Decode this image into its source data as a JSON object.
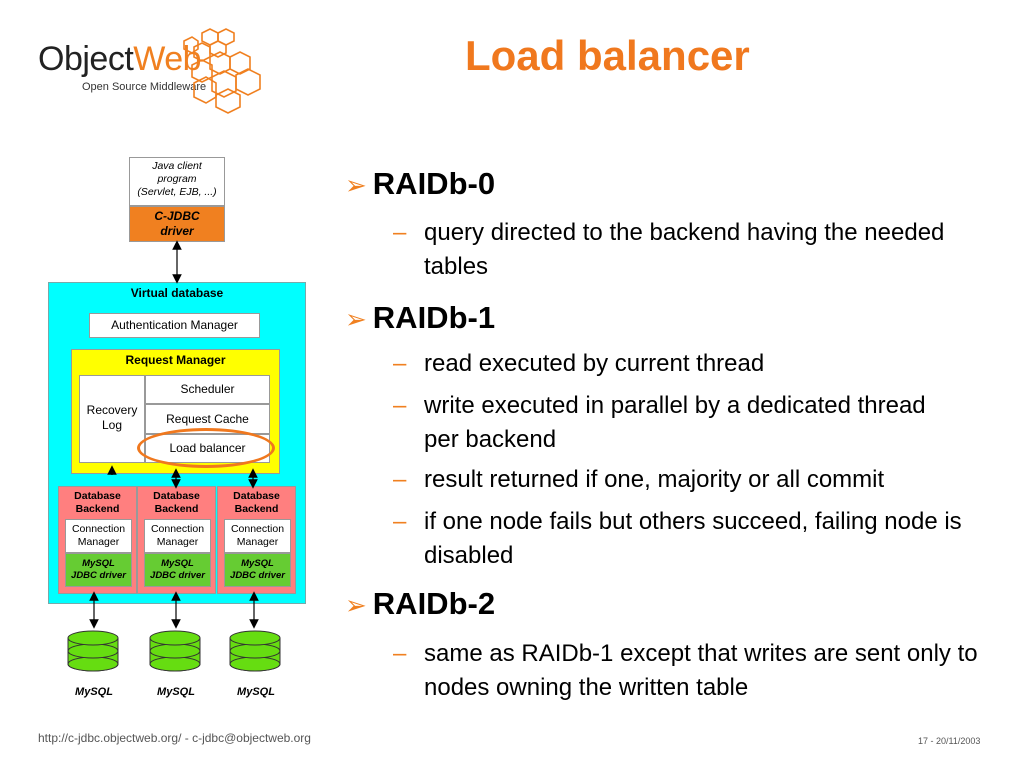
{
  "logo": {
    "object": "Object",
    "web": "Web",
    "subtitle": "Open Source Middleware"
  },
  "title": "Load balancer",
  "diagram": {
    "client": {
      "line1": "Java client",
      "line2": "program",
      "line3": "(Servlet, EJB, ...)"
    },
    "driver": {
      "line1": "C-JDBC",
      "line2": "driver"
    },
    "virtual_database": "Virtual database",
    "authentication_manager": "Authentication Manager",
    "request_manager": "Request Manager",
    "recovery_log": {
      "line1": "Recovery",
      "line2": "Log"
    },
    "scheduler": "Scheduler",
    "request_cache": "Request Cache",
    "load_balancer": "Load balancer",
    "backends": [
      {
        "line1": "Database",
        "line2": "Backend",
        "cm1": "Connection",
        "cm2": "Manager",
        "drv1": "MySQL",
        "drv2": "JDBC driver",
        "db": "MySQL"
      },
      {
        "line1": "Database",
        "line2": "Backend",
        "cm1": "Connection",
        "cm2": "Manager",
        "drv1": "MySQL",
        "drv2": "JDBC driver",
        "db": "MySQL"
      },
      {
        "line1": "Database",
        "line2": "Backend",
        "cm1": "Connection",
        "cm2": "Manager",
        "drv1": "MySQL",
        "drv2": "JDBC driver",
        "db": "MySQL"
      }
    ]
  },
  "bullets": [
    {
      "title": "RAIDb-0",
      "items": [
        "query directed to the backend having the needed tables"
      ]
    },
    {
      "title": "RAIDb-1",
      "items": [
        "read executed by current thread",
        "write executed in parallel by a dedicated thread per backend",
        "result returned if one, majority or all commit",
        "if one node fails but others succeed, failing node is disabled"
      ]
    },
    {
      "title": "RAIDb-2",
      "items": [
        "same as RAIDb-1 except that writes are sent only to nodes owning the written table"
      ]
    }
  ],
  "footer": {
    "left": "http://c-jdbc.objectweb.org/ - c-jdbc@objectweb.org",
    "right": "17 - 20/11/2003"
  },
  "colors": {
    "accent": "#f08020",
    "title": "#f0781e",
    "virtual_database": "#00ffff",
    "request_manager": "#ffff00",
    "backend": "#ff7f7f",
    "jdbc_driver": "#66cc33",
    "database": "#66dd11"
  }
}
